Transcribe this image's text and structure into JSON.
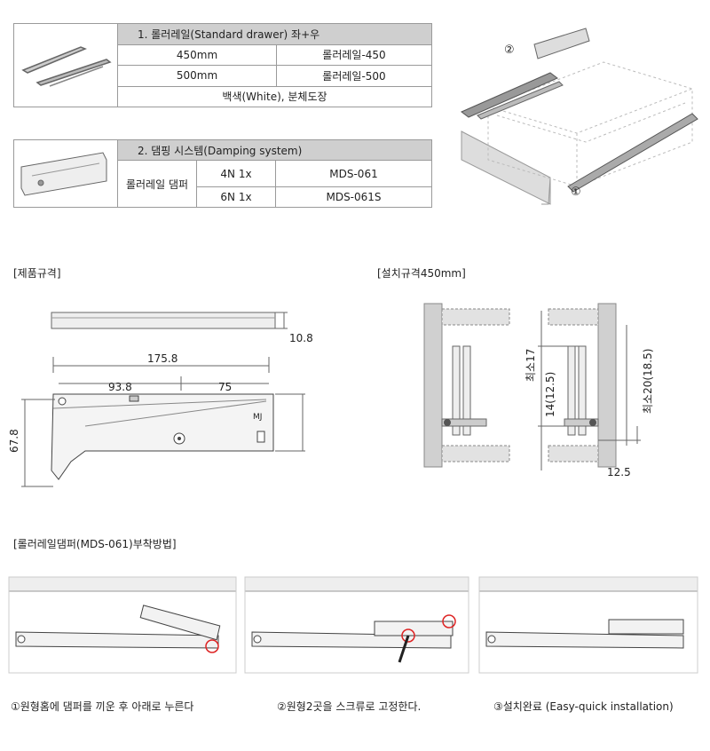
{
  "table1": {
    "header": "1. 롤러레일(Standard drawer) 좌+우",
    "rows": [
      {
        "size": "450mm",
        "model": "롤러레일-450"
      },
      {
        "size": "500mm",
        "model": "롤러레일-500"
      }
    ],
    "footer": "백색(White), 분체도장"
  },
  "table2": {
    "header": "2. 댐핑 시스템(Damping system)",
    "group_label": "롤러레일 댐퍼",
    "rows": [
      {
        "force": "4N 1x",
        "model": "MDS-061"
      },
      {
        "force": "6N 1x",
        "model": "MDS-061S"
      }
    ]
  },
  "drawer_diagram": {
    "label1": "①",
    "label2": "②"
  },
  "product_spec": {
    "title": "[제품규격]",
    "dim_thickness": "10.8",
    "dim_total": "175.8",
    "dim_left": "93.8",
    "dim_right": "75",
    "dim_height": "67.8",
    "mark": "MJ"
  },
  "install_spec": {
    "title": "[설치규격450mm]",
    "min17": "최소17",
    "d14": "14(12.5)",
    "min20": "최소20(18.5)",
    "d125": "12.5"
  },
  "method": {
    "title": "[롤러레일댐퍼(MDS-061)부착방법]",
    "steps": [
      "①원형홈에 댐퍼를 끼운 후 아래로 누른다",
      "②원형2곳을 스크류로 고정한다.",
      "③설치완료 (Easy-quick installation)"
    ]
  }
}
